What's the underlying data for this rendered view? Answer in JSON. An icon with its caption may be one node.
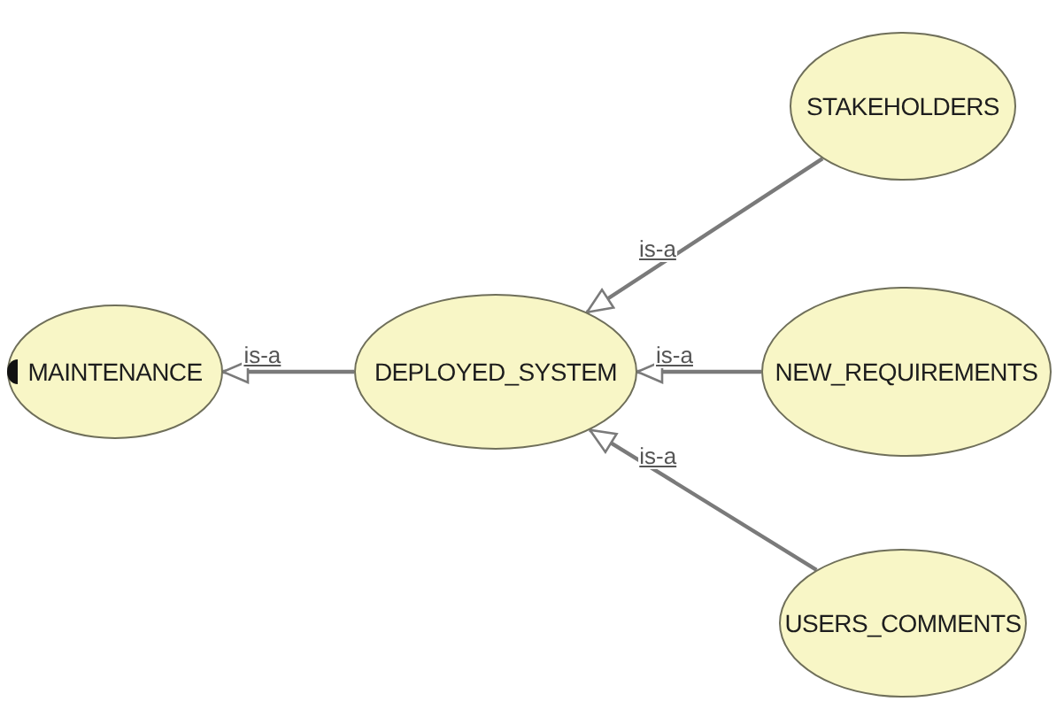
{
  "diagram": {
    "nodes": [
      {
        "text": [
          "MAINTENANCE"
        ]
      },
      {
        "text": [
          "DEPLOYED_SYSTEM"
        ]
      },
      {
        "text": [
          "STAKEHOLDERS"
        ]
      },
      {
        "text": [
          "NEW_REQUIREMENTS"
        ]
      },
      {
        "text": [
          "USERS_COMMENTS"
        ]
      }
    ],
    "edges": [
      {
        "from": 1,
        "to": 0,
        "arrow": "to",
        "label": "is-a"
      },
      {
        "from": 2,
        "to": 1,
        "arrow": "to",
        "label": "is-a"
      },
      {
        "from": 3,
        "to": 1,
        "arrow": "to",
        "label": "is-a"
      },
      {
        "from": 4,
        "to": 1,
        "arrow": "to",
        "label": "is-a"
      }
    ]
  }
}
